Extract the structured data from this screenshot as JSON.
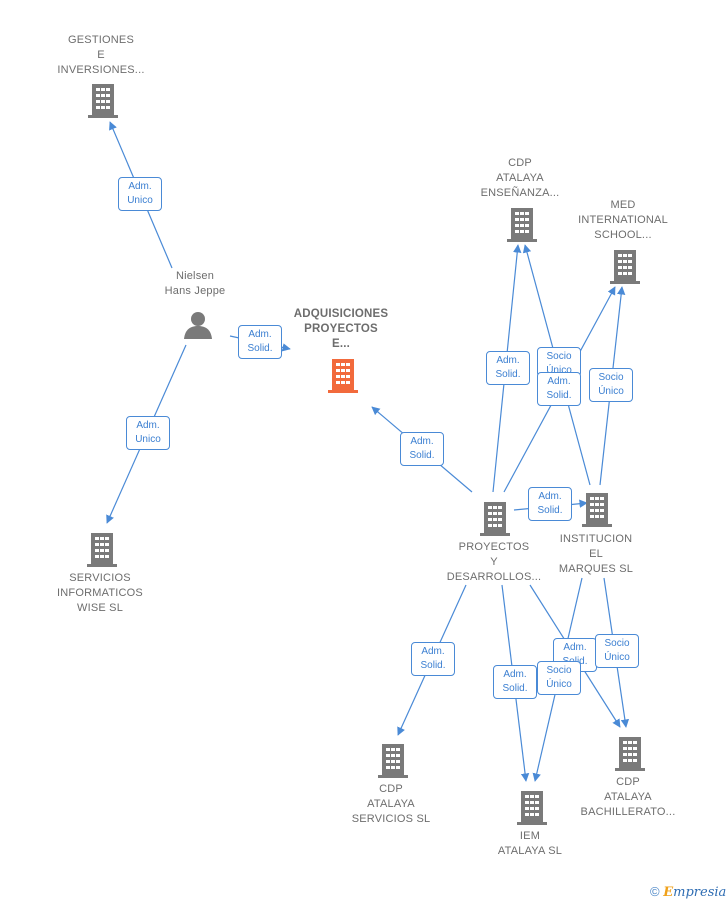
{
  "nodes": {
    "gestiones": "GESTIONES\nE\nINVERSIONES...",
    "nielsen": "Nielsen\nHans Jeppe",
    "adquisiciones": "ADQUISICIONES\nPROYECTOS\nE...",
    "servicios_wise": "SERVICIOS\nINFORMATICOS\nWISE SL",
    "cdp_ensenanza": "CDP\nATALAYA\nENSEÑANZA...",
    "med_international": "MED\nINTERNATIONAL\nSCHOOL...",
    "proyectos_desarrollos": "PROYECTOS\nY\nDESARROLLOS...",
    "institucion_marques": "INSTITUCION\nEL\nMARQUES  SL",
    "cdp_servicios": "CDP\nATALAYA\nSERVICIOS  SL",
    "iem_atalaya": "IEM\nATALAYA  SL",
    "cdp_bachillerato": "CDP\nATALAYA\nBACHILLERATO..."
  },
  "edge_labels": {
    "nielsen_gestiones": "Adm.\nUnico",
    "nielsen_adquisiciones": "Adm.\nSolid.",
    "nielsen_servicios": "Adm.\nUnico",
    "proyectos_adquisiciones": "Adm.\nSolid.",
    "proyectos_cdp_ensenanza": "Adm.\nSolid.",
    "institucion_cdp_ensenanza": "Socio\nÚnico",
    "proyectos_med": "Adm.\nSolid.",
    "institucion_med": "Socio\nÚnico",
    "proyectos_institucion": "Adm.\nSolid.",
    "proyectos_cdp_servicios": "Adm.\nSolid.",
    "proyectos_iem": "Adm.\nSolid.",
    "institucion_iem": "Socio\nÚnico",
    "proyectos_bachillerato": "Adm.\nSolid.",
    "institucion_bachillerato": "Socio\nÚnico"
  },
  "colors": {
    "edge": "#4a8ad6",
    "building": "#7a7a7a",
    "focus_building": "#f26a3c",
    "person": "#7a7a7a"
  },
  "icons": {
    "company": "building-icon",
    "focus_company": "building-icon",
    "person": "person-icon"
  },
  "footer": {
    "copyright": "©",
    "brand_initial": "E",
    "brand_rest": "mpresia"
  }
}
